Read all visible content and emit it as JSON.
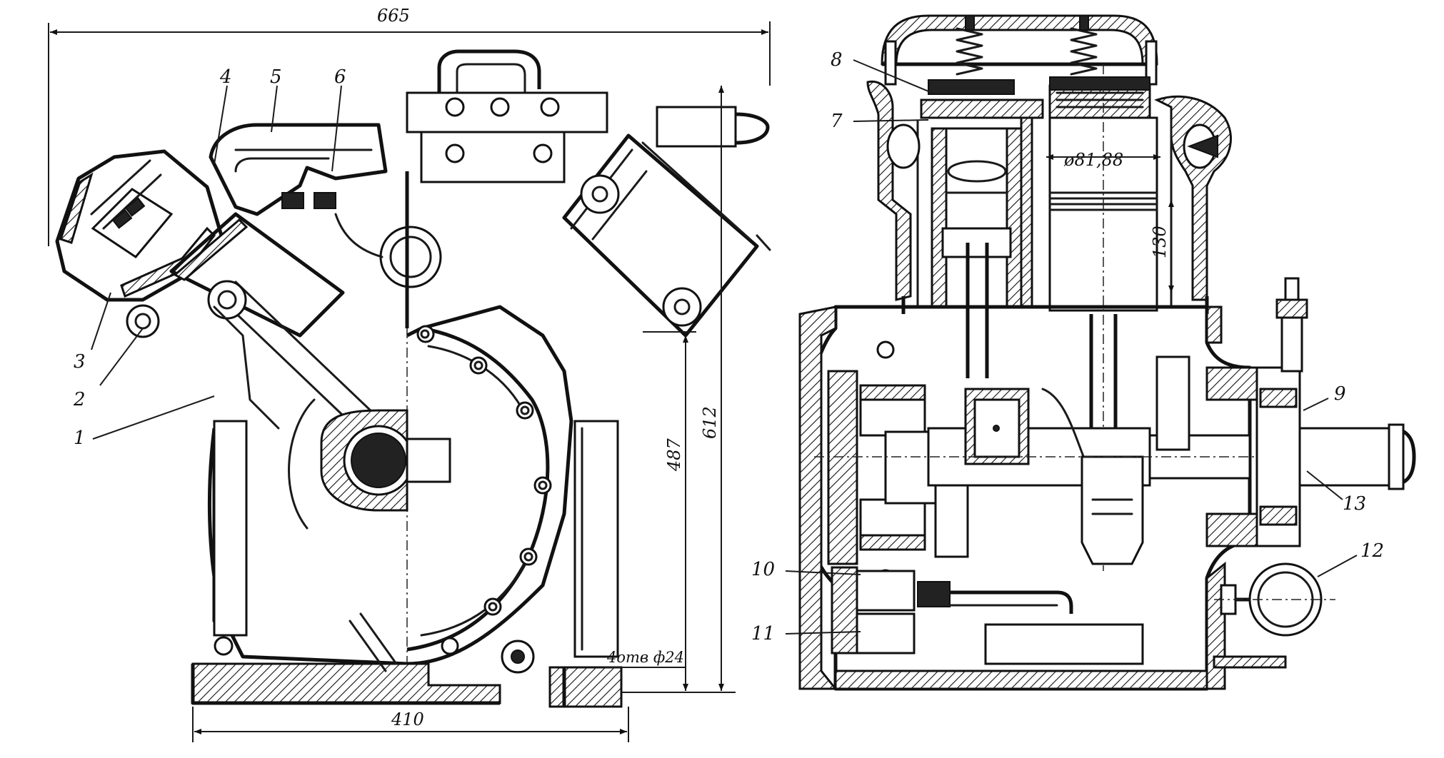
{
  "dimensions": {
    "overall_width": "665",
    "base_width": "410",
    "height_outer": "612",
    "height_inner": "487",
    "holes": "4отв ф24",
    "bore": "ø81,88",
    "stroke": "130"
  },
  "callouts": [
    "1",
    "2",
    "3",
    "4",
    "5",
    "6",
    "7",
    "8",
    "9",
    "10",
    "11",
    "12",
    "13"
  ]
}
